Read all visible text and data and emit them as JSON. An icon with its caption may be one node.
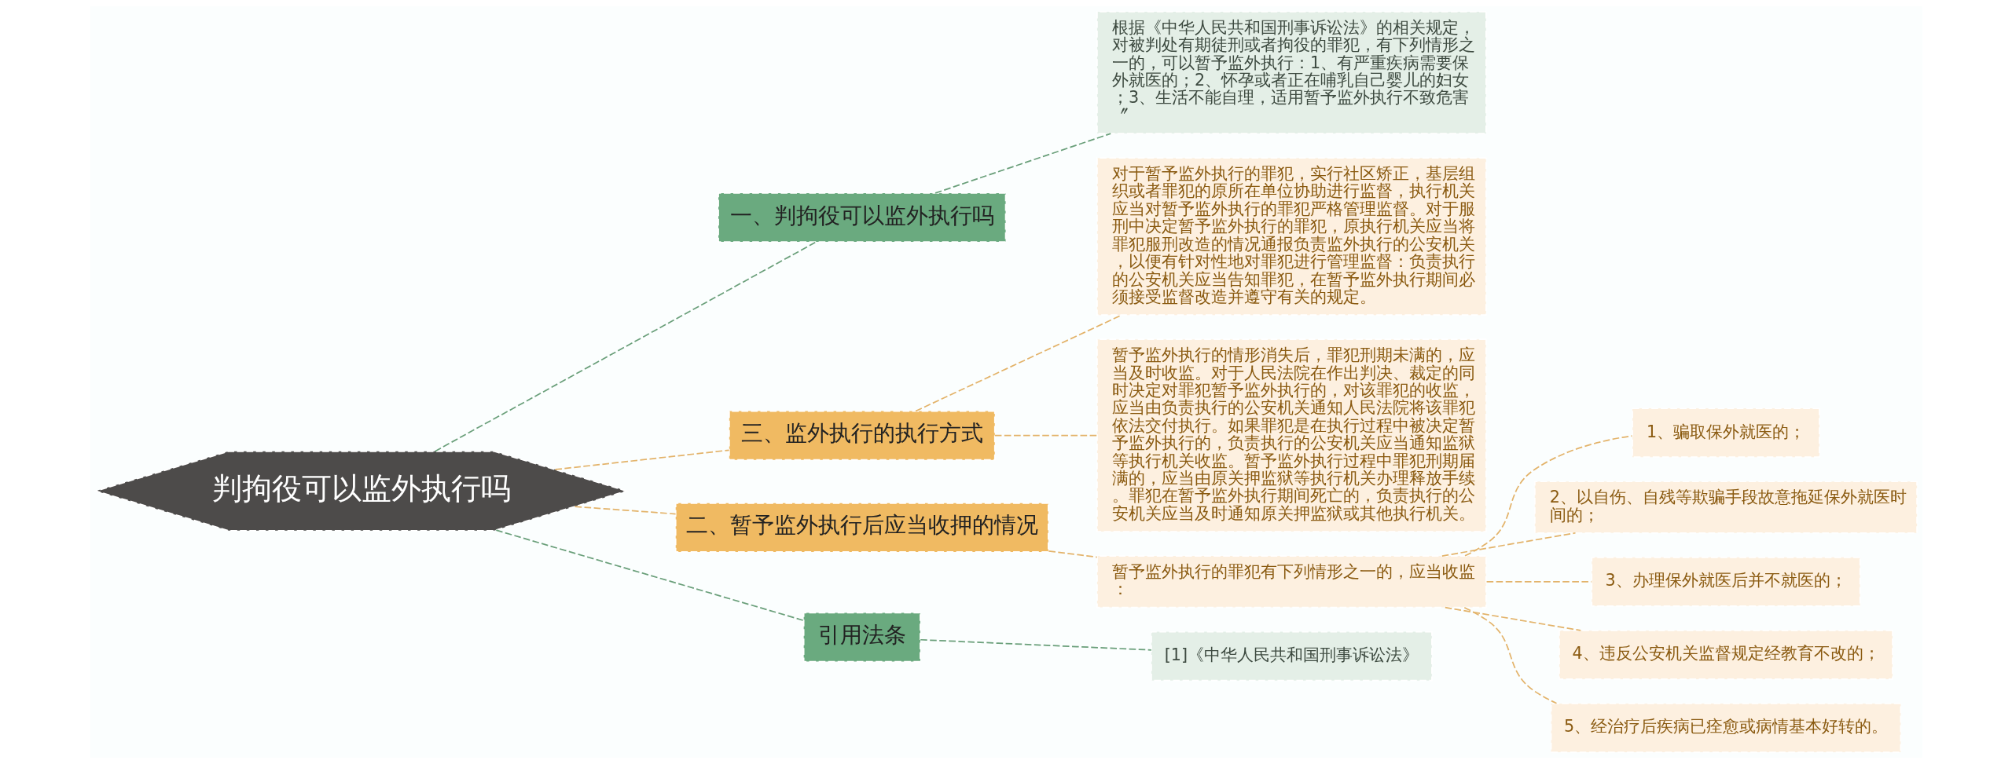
{
  "diagram": {
    "nodes": [
      {
        "text": [
          "判拘役可以监外执行吗"
        ]
      },
      {
        "text": [
          "一、判拘役可以监外执行吗"
        ]
      },
      {
        "text": [
          "根据《中华人民共和国刑事诉讼法》的相关规定，对被判处有期徒刑或者拘役的罪犯，有下列情形之一的，可以暂予监外执行：1、有严重疾病需要保外就医的；2、怀孕或者正在哺乳自己婴儿的妇女；3、生活不能自理，适用暂予监外执行不致危害〞"
        ]
      },
      {
        "text": [
          "三、监外执行的执行方式"
        ]
      },
      {
        "text": [
          "对于暂予监外执行的罪犯，实行社区矫正，基层组织或者罪犯的原所在单位协助进行监督，执行机关应当对暂予监外执行的罪犯严格管理监督。对于服刑中决定暂予监外执行的罪犯，原执行机关应当将罪犯服刑改造的情况通报负责监外执行的公安机关，以便有针对性地对罪犯进行管理监督：负责执行的公安机关应当告知罪犯，在暂予监外执行期间必须接受监督改造并遵守有关的规定。"
        ]
      },
      {
        "text": [
          "暂予监外执行的情形消失后，罪犯刑期未满的，应当及时收监。对于人民法院在作出判决、裁定的同时决定对罪犯暂予监外执行的，对该罪犯的收监，应当由负责执行的公安机关通知人民法院将该罪犯依法交付执行。如果罪犯是在执行过程中被决定暂予监外执行的，负责执行的公安机关应当通知监狱等执行机关收监。暂予监外执行过程中罪犯刑期届满的，应当由原关押监狱等执行机关办理释放手续。罪犯在暂予监外执行期间死亡的，负责执行的公安机关应当及时通知原关押监狱或其他执行机关。"
        ]
      },
      {
        "text": [
          "二、暂予监外执行后应当收押的情况"
        ]
      },
      {
        "text": [
          "暂予监外执行的罪犯有下列情形之一的，应当收监："
        ]
      },
      {
        "text": [
          "1、骗取保外就医的；"
        ]
      },
      {
        "text": [
          "2、以自伤、自残等欺骗手段故意拖延保外就医时间的；"
        ]
      },
      {
        "text": [
          "3、办理保外就医后并不就医的；"
        ]
      },
      {
        "text": [
          "4、违反公安机关监督规定经教育不改的；"
        ]
      },
      {
        "text": [
          "5、经治疗后疾病已痊愈或病情基本好转的。"
        ]
      },
      {
        "text": [
          "引用法条"
        ]
      },
      {
        "text": [
          "[1]《中华人民共和国刑事诉讼法》"
        ]
      }
    ],
    "edges": [
      {
        "from": 0,
        "to": 1,
        "arrow": "none",
        "style": "dashed",
        "color": "#6a9f7a"
      },
      {
        "from": 1,
        "to": 2,
        "arrow": "none",
        "style": "dashed",
        "color": "#6a9f7a"
      },
      {
        "from": 0,
        "to": 3,
        "arrow": "none",
        "style": "dashed"
      },
      {
        "from": 3,
        "to": 4,
        "arrow": "none",
        "style": "dashed"
      },
      {
        "from": 3,
        "to": 5,
        "arrow": "none",
        "style": "dashed"
      },
      {
        "from": 0,
        "to": 6,
        "arrow": "none",
        "style": "dashed"
      },
      {
        "from": 6,
        "to": 7,
        "arrow": "none",
        "style": "dashed"
      },
      {
        "from": 7,
        "to": 8,
        "arrow": "none",
        "style": "dashed"
      },
      {
        "from": 7,
        "to": 9,
        "arrow": "none",
        "style": "dashed"
      },
      {
        "from": 7,
        "to": 10,
        "arrow": "none",
        "style": "dashed"
      },
      {
        "from": 7,
        "to": 11,
        "arrow": "none",
        "style": "dashed"
      },
      {
        "from": 7,
        "to": 12,
        "arrow": "none",
        "style": "dashed"
      },
      {
        "from": 0,
        "to": 13,
        "arrow": "none",
        "style": "dashed",
        "color": "#6a9f7a"
      },
      {
        "from": 13,
        "to": 14,
        "arrow": "none",
        "style": "dashed",
        "color": "#6a9f7a"
      }
    ]
  }
}
